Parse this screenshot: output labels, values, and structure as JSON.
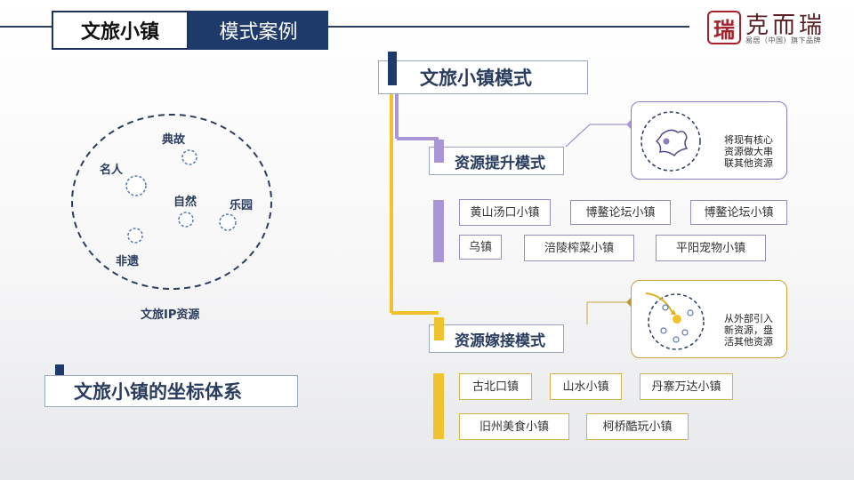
{
  "header": {
    "title": "文旅小镇",
    "subtitle": "模式案例",
    "logo_mark": "瑞",
    "logo_name": "克而瑞",
    "logo_tagline": "易居（中国）旗下品牌"
  },
  "colors": {
    "navy": "#1d3a6b",
    "purple": "#a996d6",
    "gold": "#f0c22e"
  },
  "left": {
    "resources": [
      "典故",
      "名人",
      "自然",
      "乐园",
      "非遗"
    ],
    "circle_caption": "文旅IP资源",
    "coord_title": "文旅小镇的坐标体系"
  },
  "right": {
    "main_title": "文旅小镇模式",
    "mode1": {
      "title": "资源提升模式",
      "desc": "将现有核心资源做大串联其他资源",
      "cases": [
        "黄山汤口小镇",
        "博鳌论坛小镇",
        "博鳌论坛小镇",
        "乌镇",
        "涪陵榨菜小镇",
        "平阳宠物小镇"
      ]
    },
    "mode2": {
      "title": "资源嫁接模式",
      "desc": "从外部引入新资源，盘活其他资源",
      "cases": [
        "古北口镇",
        "山水小镇",
        "丹寨万达小镇",
        "旧州美食小镇",
        "柯桥酷玩小镇"
      ]
    }
  }
}
